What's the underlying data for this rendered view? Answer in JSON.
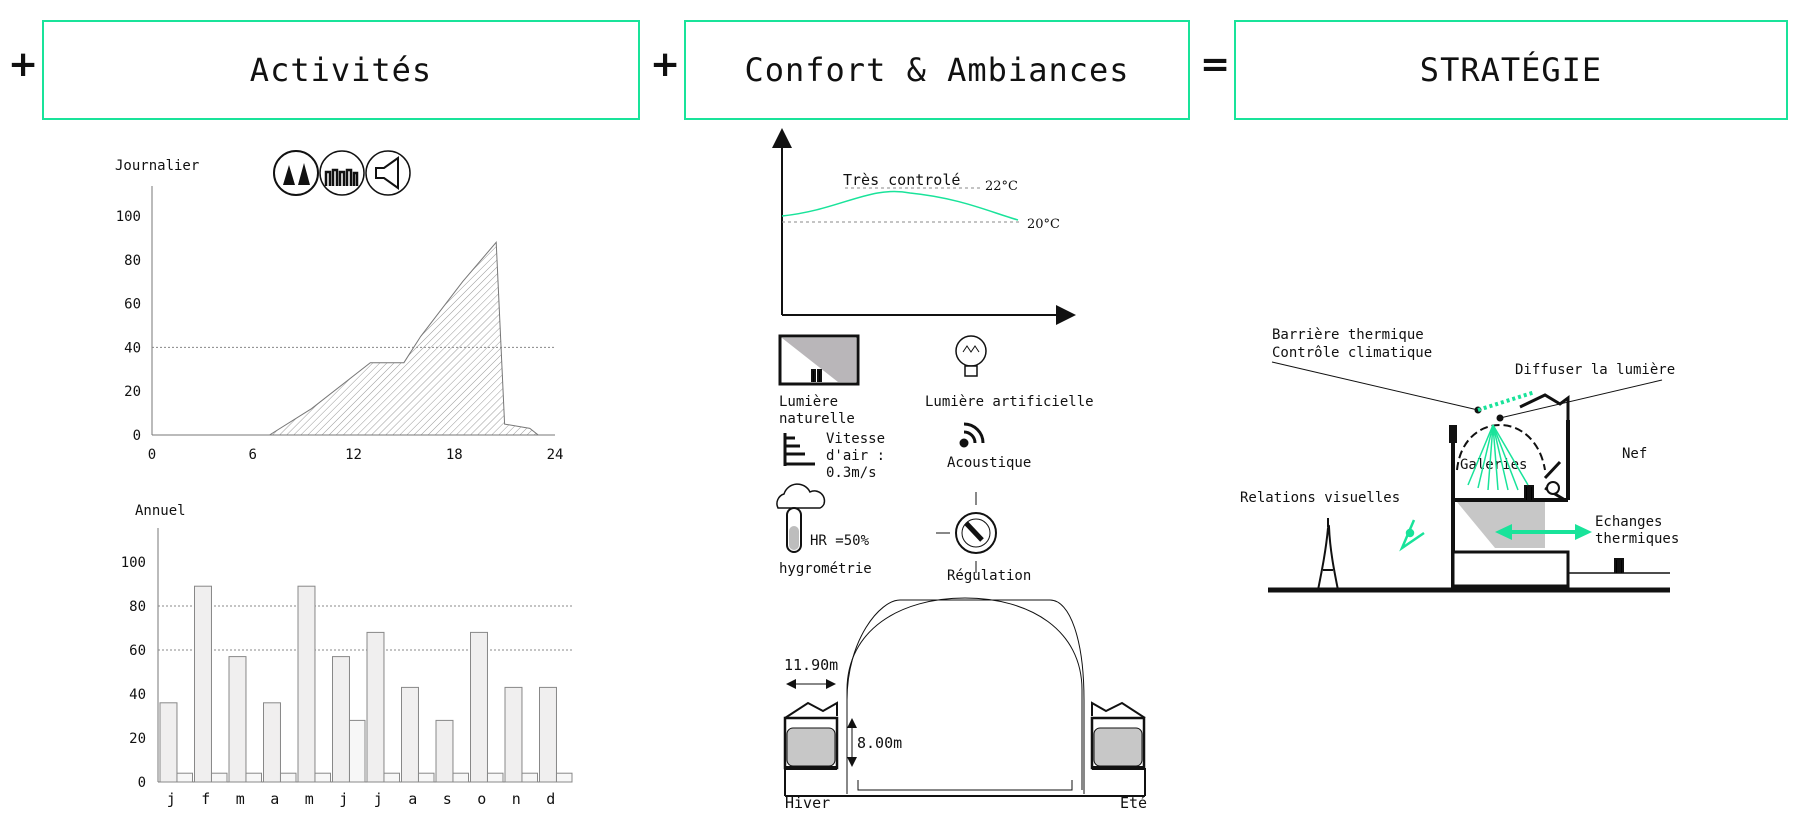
{
  "header": {
    "op1": "+",
    "box1": "Activités",
    "op2": "+",
    "box2": "Confort & Ambiances",
    "op3": "=",
    "box3": "STRATÉGIE"
  },
  "colors": {
    "accent": "#19e39a",
    "fill_grey": "#bdbdbd",
    "dark": "#111111"
  },
  "chart_data": [
    {
      "type": "area",
      "title": "Journalier",
      "x": [
        7,
        9.5,
        13,
        15,
        16,
        18.5,
        20.5,
        21,
        22.5,
        23
      ],
      "values": [
        0,
        12,
        33,
        33,
        45,
        70,
        88,
        5,
        3,
        0
      ],
      "xticks": [
        "0",
        "6",
        "12",
        "18",
        "24"
      ],
      "yticks": [
        "0",
        "20",
        "40",
        "60",
        "80",
        "100"
      ],
      "xlim": [
        0,
        24
      ],
      "ylim": [
        0,
        100
      ],
      "reference_line": 40,
      "fill": "hatched"
    },
    {
      "type": "bar",
      "title": "Annuel",
      "categories": [
        "j",
        "f",
        "m",
        "a",
        "m",
        "j",
        "j",
        "a",
        "s",
        "o",
        "n",
        "d"
      ],
      "series": [
        {
          "values": [
            36,
            89,
            57,
            36,
            89,
            57,
            68,
            43,
            28,
            68,
            43,
            43
          ]
        },
        {
          "values": [
            4,
            4,
            4,
            4,
            4,
            28,
            4,
            4,
            4,
            4,
            4,
            4
          ]
        }
      ],
      "yticks": [
        "0",
        "20",
        "40",
        "60",
        "80",
        "100"
      ],
      "ylim": [
        0,
        100
      ],
      "reference_lines": [
        60,
        80
      ]
    }
  ],
  "confort": {
    "temp_label": "Très controlé",
    "temp_high": "22°C",
    "temp_low": "20°C",
    "icons": [
      {
        "icon": "natural-light-icon",
        "label_1": "Lumière",
        "label_2": "naturelle"
      },
      {
        "icon": "light-bulb-icon",
        "label_1": "Lumière artificielle"
      },
      {
        "icon": "air-speed-icon",
        "label_1": "Vitesse",
        "label_2": "d'air :",
        "label_3": "0.3m/s"
      },
      {
        "icon": "acoustic-icon",
        "label_1": "Acoustique"
      },
      {
        "icon": "hygrometry-icon",
        "label_1": "HR =50%",
        "label_2": "hygrométrie"
      },
      {
        "icon": "regulation-dial-icon",
        "label_1": "Régulation"
      }
    ],
    "section": {
      "width_label": "11.90m",
      "height_label": "8.00m",
      "left_label": "Hiver",
      "right_label": "Eté"
    }
  },
  "strategie": {
    "barrier_1": "Barrière thermique",
    "barrier_2": "Contrôle climatique",
    "diffuse": "Diffuser la lumière",
    "nef": "Nef",
    "galeries": "Galeries",
    "relations": "Relations visuelles",
    "echanges_1": "Echanges",
    "echanges_2": "thermiques"
  }
}
